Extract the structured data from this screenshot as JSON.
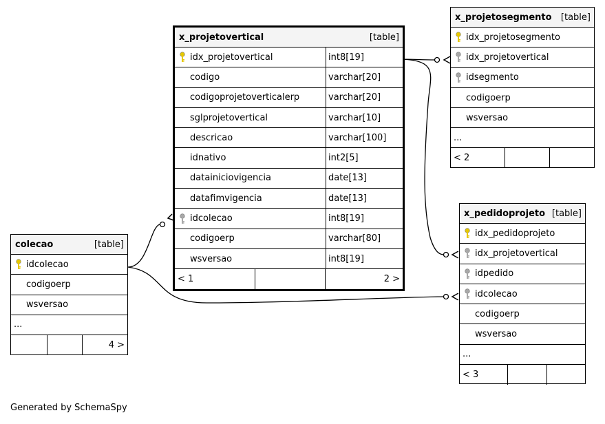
{
  "tables": {
    "x_projetovertical": {
      "name": "x_projetovertical",
      "tag": "[table]",
      "columns": [
        {
          "name": "idx_projetovertical",
          "type": "int8[19]",
          "key": "primary"
        },
        {
          "name": "codigo",
          "type": "varchar[20]",
          "key": "none"
        },
        {
          "name": "codigoprojetoverticalerp",
          "type": "varchar[20]",
          "key": "none"
        },
        {
          "name": "sglprojetovertical",
          "type": "varchar[10]",
          "key": "none"
        },
        {
          "name": "descricao",
          "type": "varchar[100]",
          "key": "none"
        },
        {
          "name": "idnativo",
          "type": "int2[5]",
          "key": "none"
        },
        {
          "name": "datainiciovigencia",
          "type": "date[13]",
          "key": "none"
        },
        {
          "name": "datafimvigencia",
          "type": "date[13]",
          "key": "none"
        },
        {
          "name": "idcolecao",
          "type": "int8[19]",
          "key": "foreign"
        },
        {
          "name": "codigoerp",
          "type": "varchar[80]",
          "key": "none"
        },
        {
          "name": "wsversao",
          "type": "int8[19]",
          "key": "none"
        }
      ],
      "footer_left": "< 1",
      "footer_right": "2 >"
    },
    "x_projetosegmento": {
      "name": "x_projetosegmento",
      "tag": "[table]",
      "columns": [
        {
          "name": "idx_projetosegmento",
          "key": "primary"
        },
        {
          "name": "idx_projetovertical",
          "key": "foreign"
        },
        {
          "name": "idsegmento",
          "key": "foreign"
        },
        {
          "name": "codigoerp",
          "key": "none"
        },
        {
          "name": "wsversao",
          "key": "none"
        }
      ],
      "more": "...",
      "footer_left": "< 2"
    },
    "x_pedidoprojeto": {
      "name": "x_pedidoprojeto",
      "tag": "[table]",
      "columns": [
        {
          "name": "idx_pedidoprojeto",
          "key": "primary"
        },
        {
          "name": "idx_projetovertical",
          "key": "foreign"
        },
        {
          "name": "idpedido",
          "key": "foreign"
        },
        {
          "name": "idcolecao",
          "key": "foreign"
        },
        {
          "name": "codigoerp",
          "key": "none"
        },
        {
          "name": "wsversao",
          "key": "none"
        }
      ],
      "more": "...",
      "footer_left": "< 3"
    },
    "colecao": {
      "name": "colecao",
      "tag": "[table]",
      "columns": [
        {
          "name": "idcolecao",
          "key": "primary"
        },
        {
          "name": "codigoerp",
          "key": "none"
        },
        {
          "name": "wsversao",
          "key": "none"
        }
      ],
      "more": "...",
      "footer_right": "4 >"
    }
  },
  "caption": "Generated by SchemaSpy",
  "colors": {
    "primary_key": "#e6c800",
    "foreign_key": "#a8a8a8",
    "header_bg": "#f4f4f4",
    "line": "#000000"
  }
}
